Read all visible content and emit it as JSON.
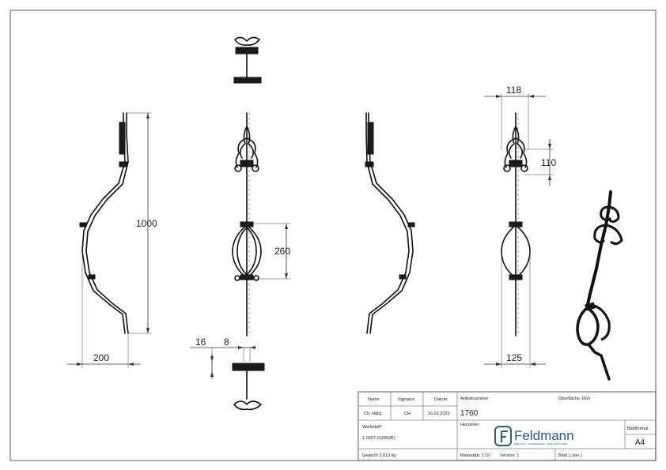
{
  "dimensions": {
    "side_height": "1000",
    "side_width": "200",
    "ring_height": "260",
    "top_width": "118",
    "top_height": "110",
    "bottom_width": "125",
    "section_a": "16",
    "section_b": "8"
  },
  "title_block": {
    "col_name": "Name",
    "col_signature": "Signatur",
    "col_date": "Datum",
    "name_value": "Ch. Hälig",
    "signature_value": "CH",
    "date_value": "16.02.2023",
    "article_label": "Artikelnummer",
    "article_value": "1760",
    "surface_label": "Oberfläche: Roh",
    "material_label": "Werkstoff:",
    "material_value": "1.0037 (S235JR)",
    "manufacturer_label": "Hersteller",
    "brand_name": "Feldmann",
    "brand_subtitle": "EDELSTAHL · SCHMIEDEEISEN · HANDLAUFSYSTEME",
    "sheet_format_label": "Blattformat",
    "sheet_format_value": "A4",
    "weight_label": "Gewicht 3.013 kg",
    "scale_label": "Massstab: 1:10",
    "version_label": "Version: 1",
    "sheet_label": "Blatt 1 von 1"
  },
  "colors": {
    "line": "#333333",
    "part": "#111111",
    "brand": "#2a5d8f"
  }
}
